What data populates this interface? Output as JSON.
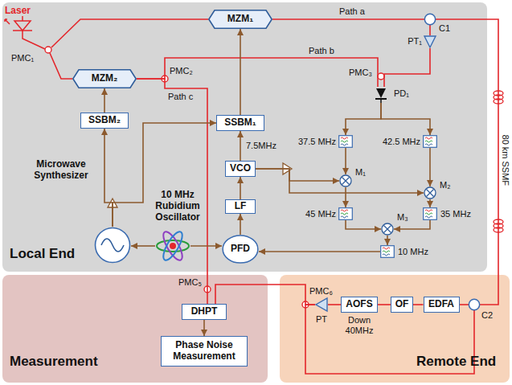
{
  "diagram": {
    "nodes": [
      {
        "text": [
          "Local End"
        ]
      },
      {
        "text": [
          "MZM₁"
        ],
        "in": 0
      },
      {
        "text": [
          "C1"
        ],
        "in": 0
      },
      {
        "text": [
          "PT₁"
        ],
        "in": 0
      },
      {
        "text": [
          "MZM₂"
        ],
        "in": 0
      },
      {
        "text": [
          "PD₁"
        ],
        "in": 0
      },
      {
        "text": [
          "SSBM₂"
        ],
        "in": 0
      },
      {
        "text": [
          "SSBM₁"
        ],
        "in": 0
      },
      {
        "text": [
          "37.5 MHz"
        ],
        "in": 0
      },
      {
        "text": [
          "42.5 MHz"
        ],
        "in": 0
      },
      {
        "text": [
          "VCO"
        ],
        "in": 0
      },
      {
        "text": [
          "M₁"
        ],
        "in": 0
      },
      {
        "text": [
          "M₂"
        ],
        "in": 0
      },
      {
        "text": [
          "Microwave Synthesizer"
        ],
        "in": 0
      },
      {
        "text": [
          "10 MHz Rubidium Oscillator"
        ],
        "in": 0
      },
      {
        "text": [
          "LF"
        ],
        "in": 0
      },
      {
        "text": [
          "45 MHz"
        ],
        "in": 0
      },
      {
        "text": [
          "35 MHz"
        ],
        "in": 0
      },
      {
        "text": [
          "M₃"
        ],
        "in": 0
      },
      {
        "text": [
          "PFD"
        ],
        "in": 0
      },
      {
        "text": [
          "10 MHz"
        ],
        "in": 0
      },
      {
        "text": [
          "Measurement"
        ]
      },
      {
        "text": [
          "DHPT"
        ],
        "in": 21
      },
      {
        "text": [
          "Phase Noise Measurement"
        ],
        "in": 21
      },
      {
        "text": [
          "Remote End"
        ]
      },
      {
        "text": [
          "C2"
        ],
        "in": 24
      },
      {
        "text": [
          "EDFA"
        ],
        "in": 24
      },
      {
        "text": [
          "OF"
        ],
        "in": 24
      },
      {
        "text": [
          "AOFS"
        ],
        "in": 24
      },
      {
        "text": [
          "PT"
        ],
        "in": 24
      }
    ],
    "edges": [
      {
        "from": 1,
        "to": 2,
        "label": "Path a",
        "arrow": "none"
      },
      {
        "from": 2,
        "to": 3,
        "arrow": "none"
      },
      {
        "from": 3,
        "to": 5,
        "arrow": "none"
      },
      {
        "from": 4,
        "to": 5,
        "label": "Path b",
        "arrow": "none"
      },
      {
        "from": 4,
        "to": 22,
        "label": "Path c",
        "arrow": "none"
      },
      {
        "from": 2,
        "to": 25,
        "arrow": "none"
      },
      {
        "from": 25,
        "to": 26,
        "arrow": "none"
      },
      {
        "from": 26,
        "to": 27,
        "arrow": "none"
      },
      {
        "from": 27,
        "to": 28,
        "arrow": "none"
      },
      {
        "from": 28,
        "to": 29,
        "arrow": "none"
      },
      {
        "from": 29,
        "to": 22,
        "arrow": "none"
      },
      {
        "from": 29,
        "to": 25,
        "arrow": "none"
      },
      {
        "from": 7,
        "to": 1,
        "arrow": "to"
      },
      {
        "from": 6,
        "to": 4,
        "arrow": "to"
      },
      {
        "from": 10,
        "to": 7,
        "label": "7.5MHz",
        "arrow": "to"
      },
      {
        "from": 15,
        "to": 10,
        "arrow": "to"
      },
      {
        "from": 19,
        "to": 15,
        "arrow": "to"
      },
      {
        "from": 5,
        "to": 8,
        "arrow": "to"
      },
      {
        "from": 5,
        "to": 9,
        "arrow": "to"
      },
      {
        "from": 8,
        "to": 11,
        "arrow": "to"
      },
      {
        "from": 9,
        "to": 12,
        "arrow": "to"
      },
      {
        "from": 10,
        "to": 11,
        "arrow": "to"
      },
      {
        "from": 10,
        "to": 12,
        "arrow": "to"
      },
      {
        "from": 11,
        "to": 16,
        "arrow": "to"
      },
      {
        "from": 12,
        "to": 17,
        "arrow": "to"
      },
      {
        "from": 16,
        "to": 18,
        "arrow": "to"
      },
      {
        "from": 17,
        "to": 18,
        "arrow": "to"
      },
      {
        "from": 18,
        "to": 20,
        "arrow": "to"
      },
      {
        "from": 20,
        "to": 19,
        "arrow": "to"
      },
      {
        "from": 13,
        "to": 6,
        "arrow": "to"
      },
      {
        "from": 13,
        "to": 7,
        "arrow": "to"
      },
      {
        "from": 14,
        "to": 13,
        "arrow": "to"
      },
      {
        "from": 14,
        "to": 19,
        "arrow": "to"
      },
      {
        "from": 22,
        "to": 23,
        "arrow": "to"
      }
    ],
    "labels": [
      "Laser",
      "PMC₁",
      "PMC₂",
      "PMC₃",
      "PMC₅",
      "PMC₆",
      "80 km SSMF",
      "Down 40MHz"
    ]
  }
}
